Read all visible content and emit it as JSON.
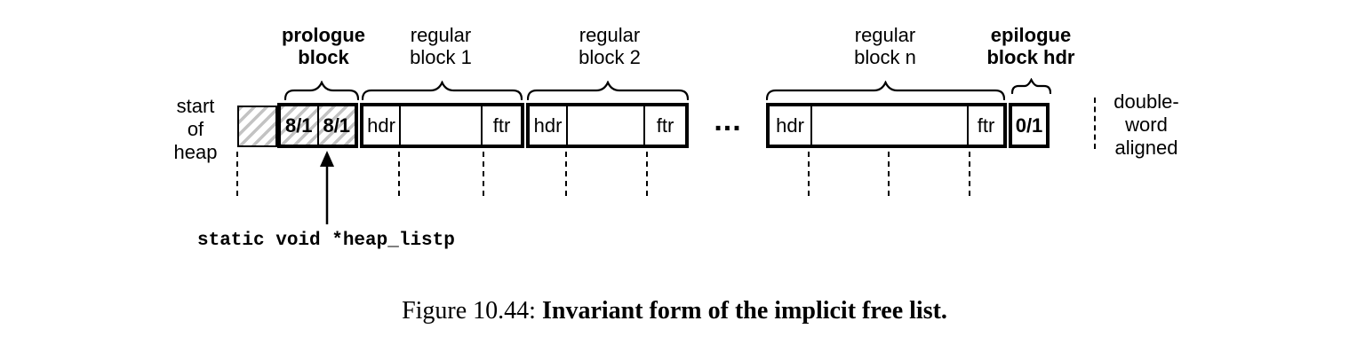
{
  "title_labels": {
    "prologue": {
      "line1": "prologue",
      "line2": "block"
    },
    "regular1": {
      "line1": "regular",
      "line2": "block 1"
    },
    "regular2": {
      "line1": "regular",
      "line2": "block 2"
    },
    "regularn": {
      "line1": "regular",
      "line2": "block n"
    },
    "epilogue": {
      "line1": "epilogue",
      "line2": "block hdr"
    }
  },
  "side_labels": {
    "start_of_heap": {
      "line1": "start",
      "line2": "of",
      "line3": "heap"
    },
    "double_word": {
      "line1": "double-",
      "line2": "word",
      "line3": "aligned"
    }
  },
  "heap": {
    "prologue_cells": [
      "8/1",
      "8/1"
    ],
    "regular_block_1": {
      "hdr": "hdr",
      "ftr": "ftr"
    },
    "regular_block_2": {
      "hdr": "hdr",
      "ftr": "ftr"
    },
    "regular_block_n": {
      "hdr": "hdr",
      "ftr": "ftr"
    },
    "epilogue_cell": "0/1",
    "ellipsis": "..."
  },
  "annotations": {
    "heap_listp": "static void *heap_listp"
  },
  "caption": {
    "prefix": "Figure 10.44:",
    "text": "Invariant form of the implicit free list."
  },
  "colors": {
    "ink": "#000000",
    "hatch_stripe": "#c3c3c3",
    "background": "#ffffff"
  }
}
